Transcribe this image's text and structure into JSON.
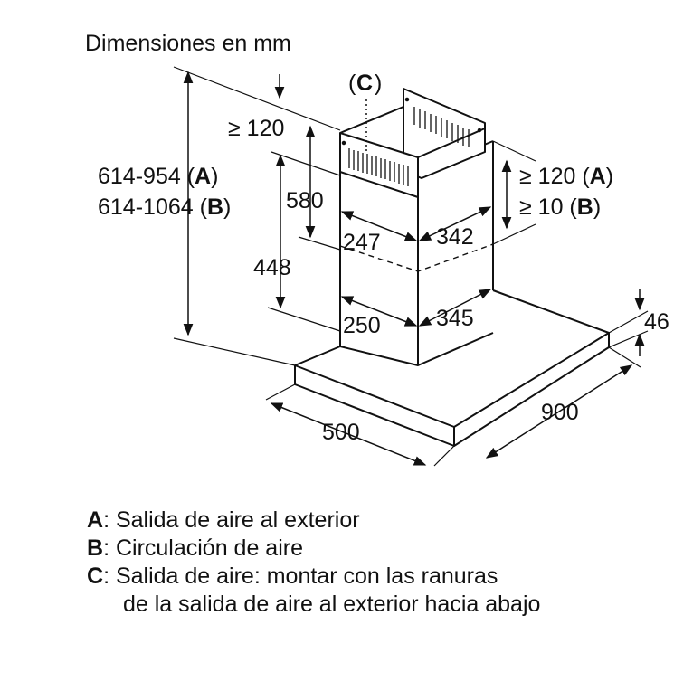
{
  "title": "Dimensiones en mm",
  "callout_c": "C",
  "labels": {
    "dim_120_top": "≥ 120",
    "dim_height_a": "614-954",
    "dim_height_b": "614-1064",
    "key_a": "A",
    "key_b": "B",
    "dim_580": "580",
    "dim_448": "448",
    "dim_247": "247",
    "dim_342": "342",
    "dim_250": "250",
    "dim_345": "345",
    "dim_120_right": "≥ 120",
    "dim_10_right": "≥ 10",
    "dim_46": "46",
    "dim_500": "500",
    "dim_900": "900"
  },
  "legend": [
    {
      "key": "A",
      "text": ": Salida de aire al exterior"
    },
    {
      "key": "B",
      "text": ": Circulación de aire"
    },
    {
      "key": "C",
      "text": ": Salida de aire: montar con las ranuras"
    }
  ],
  "legend_continuation": "de la salida de aire al exterior hacia abajo"
}
